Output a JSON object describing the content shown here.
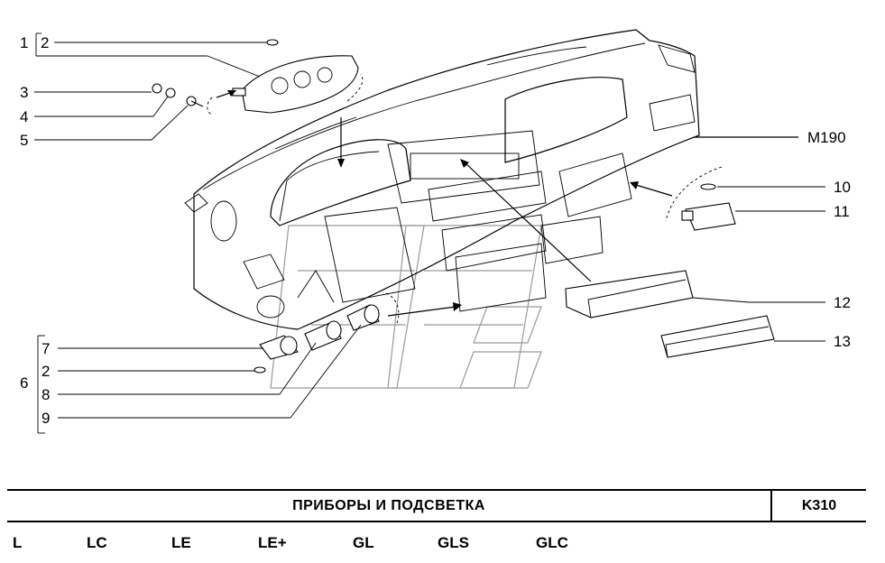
{
  "callouts": {
    "c1": "1",
    "c2a": "2",
    "c3": "3",
    "c4": "4",
    "c5": "5",
    "c6": "6",
    "c7": "7",
    "c2b": "2",
    "c8": "8",
    "c9": "9",
    "c10": "10",
    "c11": "11",
    "c12": "12",
    "c13": "13",
    "m190": "M190"
  },
  "title_block": {
    "title": "ПРИБОРЫ   И   ПОДСВЕТКА",
    "code": "K310"
  },
  "variants": [
    "L",
    "LC",
    "LE",
    "LE+",
    "GL",
    "GLS",
    "GLC"
  ]
}
